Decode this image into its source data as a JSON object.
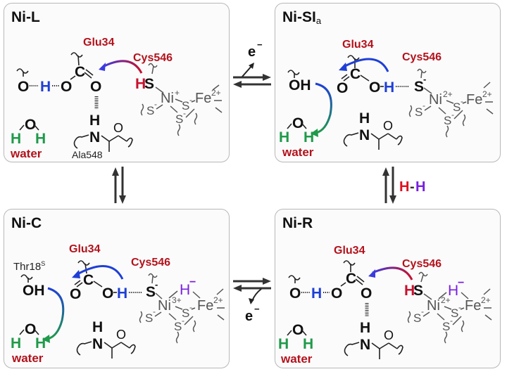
{
  "colors": {
    "residue_label": "#b3121c",
    "proton_blue": "#1f3fd6",
    "water_h_green": "#1f9a4a",
    "hydride_purple": "#7a1fe0",
    "metal_gray": "#555555",
    "panel_border": "#b8b8b8"
  },
  "panels": {
    "nil": {
      "title": "Ni-L",
      "glu": "Glu34",
      "cys": "Cys546",
      "ala": "Ala548",
      "water": "water",
      "ni_charge": "+",
      "fe_charge": "2+"
    },
    "nisia": {
      "title_main": "Ni-SI",
      "title_sub": "a",
      "glu": "Glu34",
      "cys": "Cys546",
      "water": "water",
      "ni_charge": "2+",
      "fe_charge": "2+"
    },
    "nic": {
      "title": "Ni-C",
      "glu": "Glu34",
      "cys": "Cys546",
      "thr": "Thr18",
      "thr_sup": "S",
      "water": "water",
      "ni_charge": "3+",
      "fe_charge": "2+",
      "hydride": "H",
      "hydride_charge": "−"
    },
    "nir": {
      "title": "Ni-R",
      "glu": "Glu34",
      "cys": "Cys546",
      "water": "water",
      "ni_charge": "2+",
      "fe_charge": "2+",
      "hydride": "H",
      "hydride_charge": "−"
    }
  },
  "transitions": {
    "top_electron": "e",
    "top_electron_charge": "−",
    "bottom_electron": "e",
    "bottom_electron_charge": "−",
    "right_h2_left": "H",
    "right_h2_dash": "-",
    "right_h2_right": "H"
  }
}
